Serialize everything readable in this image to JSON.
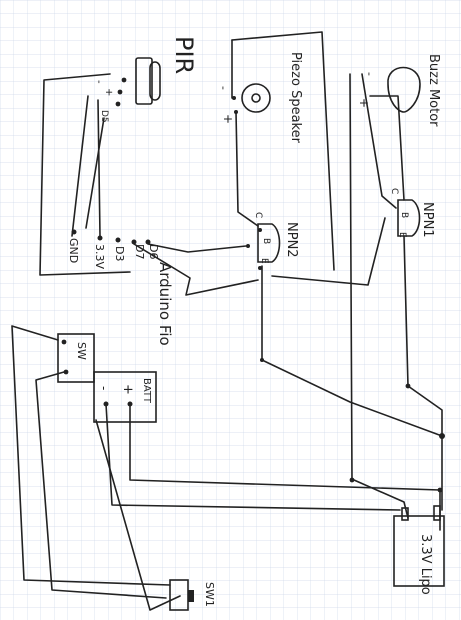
{
  "diagram": {
    "title": "PIR",
    "pir_pins": [
      "-",
      "+",
      "D5"
    ],
    "piezo": {
      "label": "Piezo Speaker",
      "minus": "-",
      "plus": "+"
    },
    "buzz": {
      "label": "Buzz Motor",
      "minus": "-",
      "plus": "+"
    },
    "npn2": {
      "label": "NPN2",
      "c": "C",
      "b": "B",
      "e": "E"
    },
    "npn1": {
      "label": "NPN1",
      "c": "C",
      "b": "B",
      "e": "E"
    },
    "arduino": {
      "label": "Arduino Fio",
      "pins": [
        "D6",
        "D7",
        "D3",
        "3.3V",
        "GND"
      ]
    },
    "sw_top": {
      "label": "SW"
    },
    "batt": {
      "label": "BATT",
      "plus": "+",
      "minus": "-"
    },
    "lipo": {
      "label": "3.3V Lipo"
    },
    "sw1": {
      "label": "SW1"
    }
  }
}
